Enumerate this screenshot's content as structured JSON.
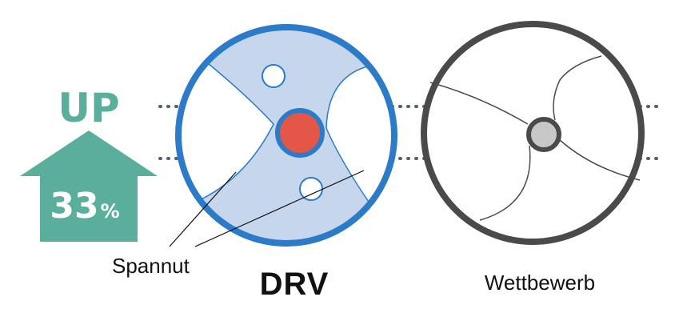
{
  "improvement": {
    "label": "UP",
    "value": "33",
    "unit": "%"
  },
  "labels": {
    "flute": "Spannut",
    "drv": "DRV",
    "competitor": "Wettbewerb"
  },
  "colors": {
    "teal": "#5aae9c",
    "drv_ring": "#2b7bc9",
    "drv_fill": "#c6d6ec",
    "drv_core": "#e45645",
    "competitor_ring": "#4a4a4a",
    "competitor_core": "#c8c8c8",
    "dotted_line": "#55606e"
  }
}
